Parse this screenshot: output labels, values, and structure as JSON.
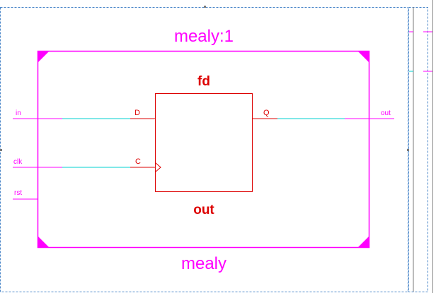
{
  "schematic": {
    "instance_name": "mealy:1",
    "module_name": "mealy",
    "cell": {
      "type": "fd",
      "instance": "out",
      "pins": {
        "d": "D",
        "c": "C",
        "q": "Q"
      }
    },
    "ports": {
      "in": "in",
      "clk": "clk",
      "rst": "rst",
      "out": "out"
    }
  },
  "colors": {
    "module": "#ff00ff",
    "cell": "#dd0000",
    "net": "#00d2d2",
    "sheet_border": "#4a86c8",
    "background": "#ffffff"
  }
}
